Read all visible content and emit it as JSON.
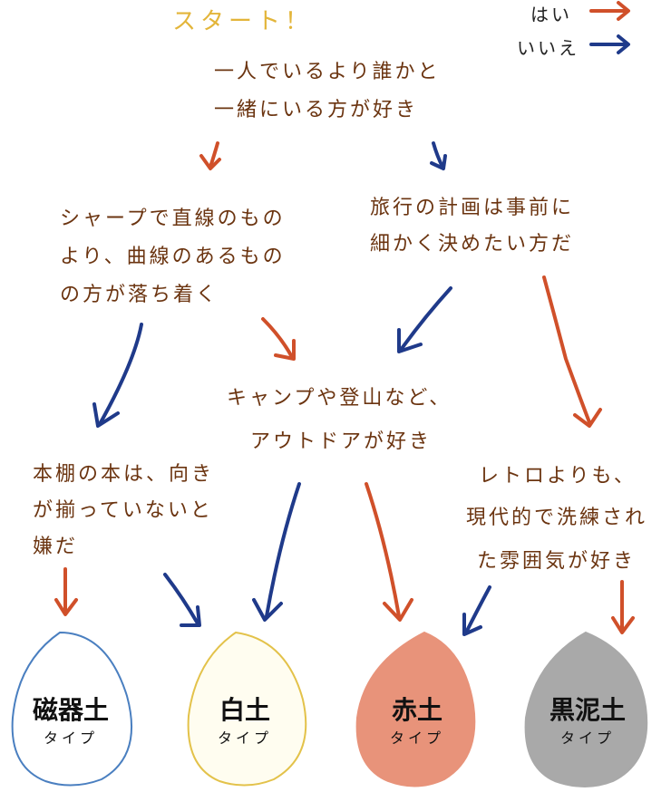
{
  "start_label": "スタート！",
  "legend": {
    "yes": "はい",
    "no": "いいえ",
    "yes_color": "#d0502a",
    "no_color": "#1f3a8a"
  },
  "questions": {
    "q1_line1": "一人でいるより誰かと",
    "q1_line2": "一緒にいる方が好き",
    "q2_line1": "シャープで直線のもの",
    "q2_line2": "より、曲線のあるもの",
    "q2_line3": "の方が落ち着く",
    "q3_line1": "旅行の計画は事前に",
    "q3_line2": "細かく決めたい方だ",
    "q4_line1": "キャンプや登山など、",
    "q4_line2": "アウトドアが好き",
    "q5_line1": "本棚の本は、向き",
    "q5_line2": "が揃っていないと",
    "q5_line3": "嫌だ",
    "q6_line1": "レトロよりも、",
    "q6_line2": "現代的で洗練され",
    "q6_line3": "た雰囲気が好き"
  },
  "results": [
    {
      "title": "磁器土",
      "sub": "タイプ",
      "fill": "#ffffff",
      "stroke": "#4a7fc0"
    },
    {
      "title": "白土",
      "sub": "タイプ",
      "fill": "#fffdf0",
      "stroke": "#e3c24a"
    },
    {
      "title": "赤土",
      "sub": "タイプ",
      "fill": "#e8937a",
      "stroke": "#e8937a"
    },
    {
      "title": "黒泥土",
      "sub": "タイプ",
      "fill": "#a9a9a9",
      "stroke": "#a9a9a9"
    }
  ]
}
